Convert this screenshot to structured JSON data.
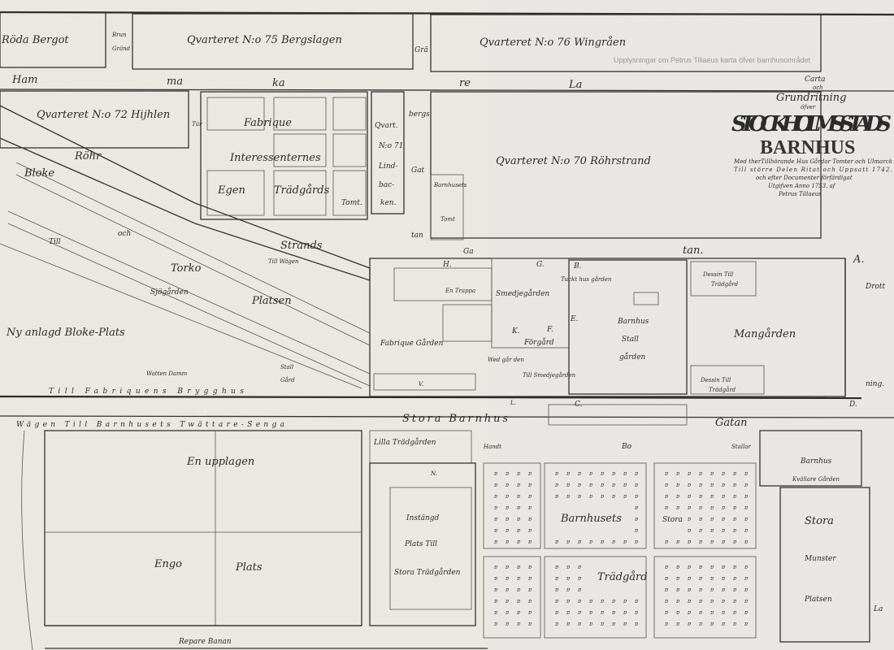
{
  "title": {
    "line1": "Carta",
    "line2": "och",
    "line3": "Grundritning",
    "line4": "öfver",
    "main": "STOCKHOLMS STADS",
    "barnhus": "BARNHUS",
    "sub1": "Med therTillhörande Hus Gårdar Tomter och Ulmarck",
    "sub2": "Till större Delen Ritat och Uppsatt 1742.",
    "sub3": "och efter Documenter förfärdigat",
    "sub4": "Utgifven Anno 1753. af",
    "sub5": "Petrus Tillaeus"
  },
  "background_text": "Upplysningar om Petrus Tillaeus karta öfver barnhusområdet",
  "colors": {
    "paper": "#ebe8e1",
    "ink": "#2b2b2b"
  },
  "labels": {
    "roda_berget": "Röda Bergot",
    "brun": "Brun",
    "grand": "Gränd",
    "q75": "Qvarteret N:o 75 Bergslagen",
    "gra": "Grä",
    "q76": "Qvarteret N:o 76 Wingråen",
    "ham": "Ham",
    "ma": "ma",
    "ka": "ka",
    "re": "re",
    "la_top": "La",
    "q72": "Qvarteret N:o 72 Hijhlen",
    "tur": "Tür",
    "fabrique": "Fabrique",
    "interessenternes": "Interessenternes",
    "egen": "Egen",
    "tradgards": "Trädgårds",
    "tomt": "Tomt.",
    "qvart": "Qvart.",
    "n71": "N:o 71",
    "lind": "Lind-",
    "back": "bac-",
    "ken": "ken.",
    "bergs": "bergs",
    "gat": "Gat",
    "tan_v": "tan",
    "q70": "Qvarteret N:o 70 Röhrstrand",
    "barnhusets_tomt_1": "Barnhusets",
    "barnhusets_tomt_2": "Tomt",
    "rohr": "Röhr",
    "bloke": "Bloke",
    "och": "och",
    "strands": "Strands",
    "till_wagen": "Till Wägen",
    "torko": "Torko",
    "sjogarden": "Sjögården",
    "till": "Till",
    "platsen": "Platsen",
    "ny_anlagd": "Ny anlagd Bloke-Plats",
    "watten_damm": "Watten Damm",
    "stall": "Stall",
    "gard": "Gård",
    "fabriquens_brygghus": "Till Fabriquens Brygghus",
    "wagen_till": "Wägen Till Barnhusets Twättare-Senga",
    "stora_barnhus": "Stora Barnhus",
    "gatan": "Gatan",
    "tan_top": "tan.",
    "ga_top": "Ga",
    "en_trappa": "En Trappa",
    "smedjegarden": "Smedjegården",
    "tuckthus": "Tuckt hus gården",
    "fabrique_garden": "Fabrique Gården",
    "forgard": "Förgård",
    "till_smedjegarden": "Till Smedjegården",
    "wed_garden": "Wed går den",
    "barnhus_stall_1": "Barnhus",
    "barnhus_stall_2": "Stall",
    "barnhus_stall_3": "gården",
    "mangarden": "Mangården",
    "dessin1": "Dessin Till",
    "dessin2": "Trädgård",
    "drott": "Drott",
    "ning": "ning.",
    "lilla_tradgarden": "Lilla Trädgården",
    "handt": "Handt",
    "bo": "Bo",
    "stallar": "Stallar",
    "en_upplagen": "En upplagen",
    "engo": "Engo",
    "plats": "Plats",
    "instangd": "Instängd",
    "plats_till": "Plats Till",
    "stora_tradgarden": "Stora Trädgården",
    "barnhusets": "Barnhusets",
    "stora": "Stora",
    "tradgard": "Trädgård",
    "barnhus_r": "Barnhus",
    "kvallare": "Kvällare Gården",
    "stora_m": "Stora",
    "munster": "Munster",
    "platsen_m": "Platsen",
    "repare_banan": "Repare Banan",
    "la_br": "La",
    "letters": [
      "H.",
      "G.",
      "B.",
      "A.",
      "C.",
      "D.",
      "L.",
      "K.",
      "F.",
      "E.",
      "V.",
      "N."
    ]
  }
}
